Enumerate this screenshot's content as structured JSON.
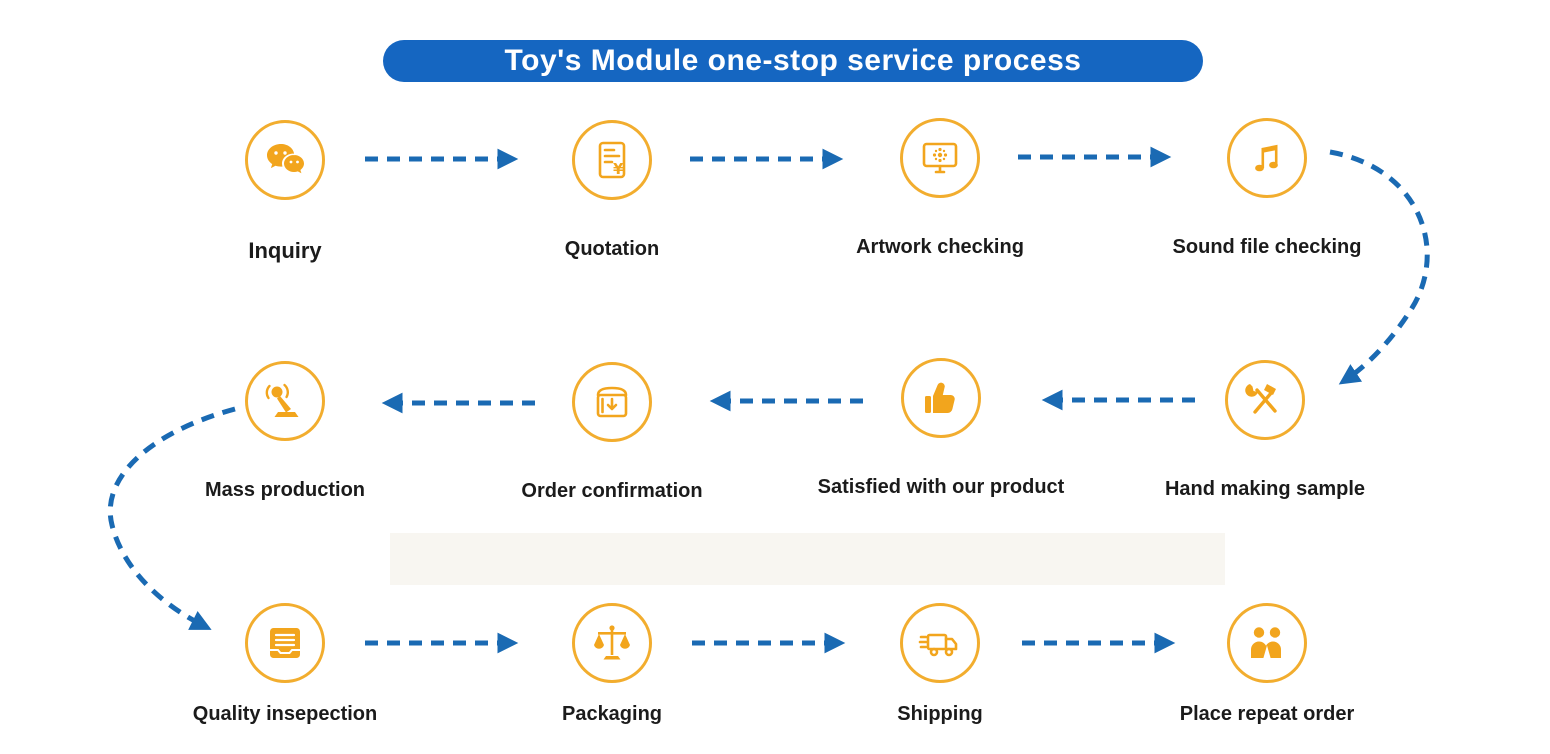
{
  "title": "Toy's Module one-stop service process",
  "colors": {
    "banner_blue": "#1566c1",
    "arrow_blue": "#1a6ab3",
    "gold": "#f2a51d",
    "circle_border_gold": "#f2ad2e",
    "label_text": "#1b1b1b"
  },
  "steps": [
    {
      "id": "inquiry",
      "label": "Inquiry",
      "icon": "wechat-icon",
      "row": 1
    },
    {
      "id": "quotation",
      "label": "Quotation",
      "icon": "quotation-doc-icon",
      "row": 1
    },
    {
      "id": "artwork-checking",
      "label": "Artwork checking",
      "icon": "monitor-artwork-icon",
      "row": 1
    },
    {
      "id": "sound-file-checking",
      "label": "Sound file checking",
      "icon": "music-notes-icon",
      "row": 1
    },
    {
      "id": "hand-making-sample",
      "label": "Hand making sample",
      "icon": "tools-icon",
      "row": 2
    },
    {
      "id": "satisfied-with-our-product",
      "label": "Satisfied with our product",
      "icon": "thumbs-up-icon",
      "row": 2
    },
    {
      "id": "order-confirmation",
      "label": "Order confirmation",
      "icon": "order-box-icon",
      "row": 2
    },
    {
      "id": "mass-production",
      "label": "Mass production",
      "icon": "robot-arm-icon",
      "row": 2
    },
    {
      "id": "quality-inspection",
      "label": "Quality insepection",
      "icon": "document-tray-icon",
      "row": 3
    },
    {
      "id": "packaging",
      "label": "Packaging",
      "icon": "balance-scale-icon",
      "row": 3
    },
    {
      "id": "shipping",
      "label": "Shipping",
      "icon": "delivery-truck-icon",
      "row": 3
    },
    {
      "id": "place-repeat-order",
      "label": "Place repeat order",
      "icon": "handshake-icon",
      "row": 3
    }
  ],
  "flow_order": [
    "Inquiry",
    "Quotation",
    "Artwork checking",
    "Sound file checking",
    "Hand making sample",
    "Satisfied with our product",
    "Order confirmation",
    "Mass production",
    "Quality insepection",
    "Packaging",
    "Shipping",
    "Place repeat order"
  ]
}
